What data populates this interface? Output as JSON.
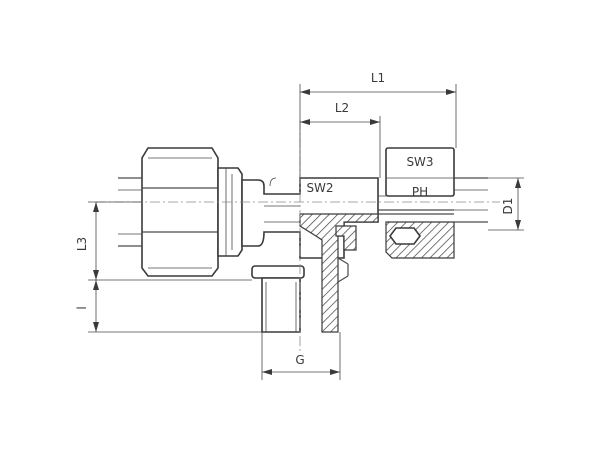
{
  "dimensions": {
    "L1": "L1",
    "L2": "L2",
    "L3": "L3",
    "l": "l",
    "G": "G",
    "D1": "D1",
    "SW2": "SW2",
    "SW3": "SW3",
    "PH": "PH"
  }
}
